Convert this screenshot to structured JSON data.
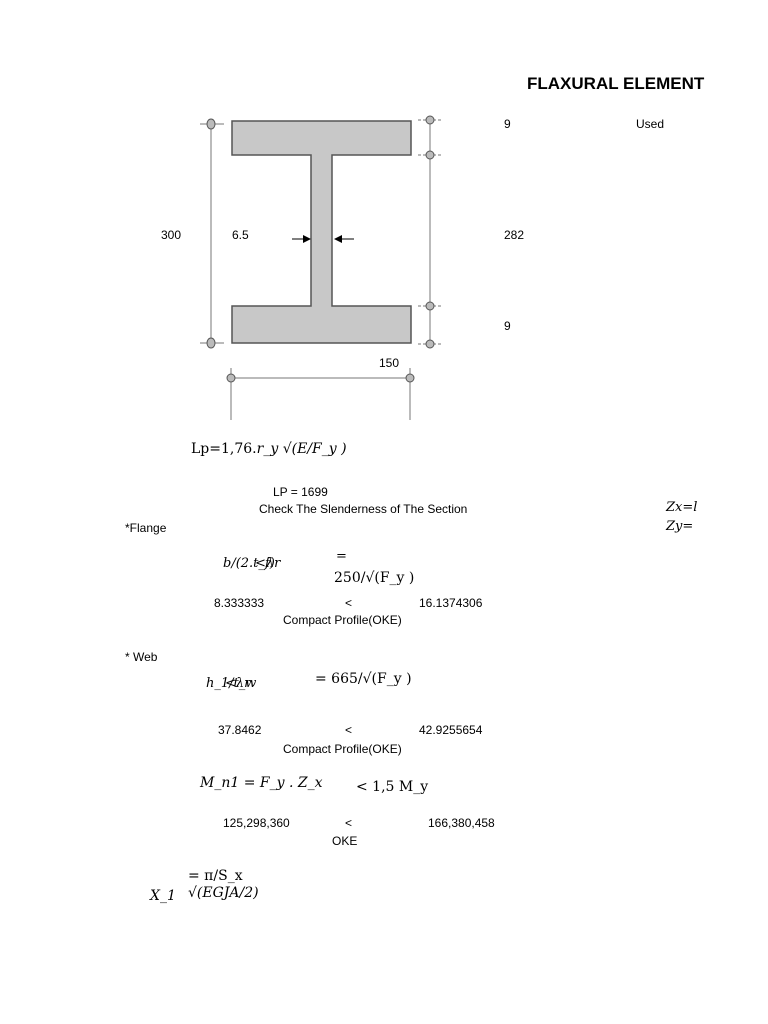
{
  "header": {
    "title": "FLAXURAL ELEMENT"
  },
  "section_dims": {
    "flange_top": "9",
    "flange_bottom": "9",
    "total_height": "300",
    "web_height": "282",
    "web_thickness": "6.5",
    "flange_width": "150",
    "status": "Used"
  },
  "side_formulas": {
    "zx": "Zx=l",
    "zy": "Zy="
  },
  "lp": {
    "formula_lhs": "Lp=1,76.",
    "formula_ry": "r_y ",
    "formula_root": "√(E/F_y )",
    "value": "LP = 1699"
  },
  "slenderness": {
    "heading": "Check The Slenderness of The Section"
  },
  "flange": {
    "label": "*Flange",
    "lhs": "b/(2.t_f)",
    "overlay": "<λr",
    "eq": "=",
    "rhs": "250/√(F_y )",
    "value": "8.333333",
    "op": "<",
    "limit": "16.1374306",
    "result": "Compact Profile(OKE)"
  },
  "web": {
    "label": "* Web",
    "lhs": "h_1/t_w",
    "overlay": "<λr",
    "rhs": "= 665/√(F_y )",
    "value": "37.8462",
    "op": "<",
    "limit": "42.9255654",
    "result": "Compact Profile(OKE)"
  },
  "moment": {
    "lhs": "M_n1 = F_y . Z_x",
    "rhs": "< 1,5 M_y",
    "value": "125,298,360",
    "op": "<",
    "limit": "166,380,458",
    "result": "OKE"
  },
  "x1": {
    "label": "X_1",
    "top": "= π/S_x",
    "bottom": "√(EGJA/2)"
  }
}
